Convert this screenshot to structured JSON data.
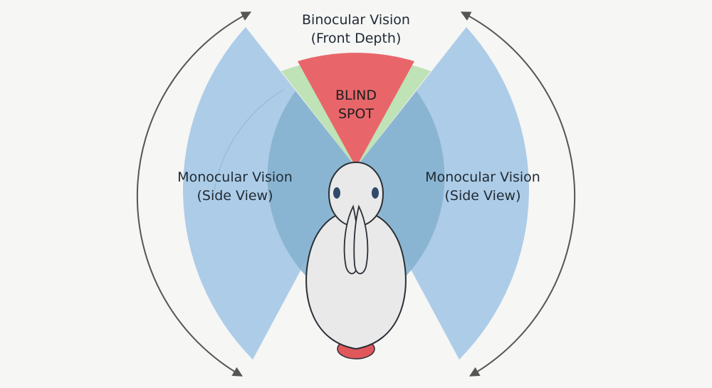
{
  "title": {
    "line1": "Binocular Vision",
    "line2": "(Front Depth)"
  },
  "blind_spot": {
    "line1": "BLIND",
    "line2": "SPOT"
  },
  "left_zone": {
    "line1": "Monocular Vision",
    "line2": "(Side View)"
  },
  "right_zone": {
    "line1": "Monocular Vision",
    "line2": "(Side View)"
  },
  "colors": {
    "monocular_fill": "#a9c9e6",
    "monocular_overlap": "#86b3cf",
    "binocular_fill": "#bfe2b6",
    "blind_spot_fill": "#e8666a",
    "rabbit_body": "#e9e9e9",
    "rabbit_outline": "#2a2f36",
    "rabbit_tail": "#e0585c",
    "arrow": "#555555",
    "background": "#f6f6f5"
  },
  "icons": [
    "rabbit-top-view-icon",
    "eye-icon",
    "curved-double-arrow-icon"
  ]
}
